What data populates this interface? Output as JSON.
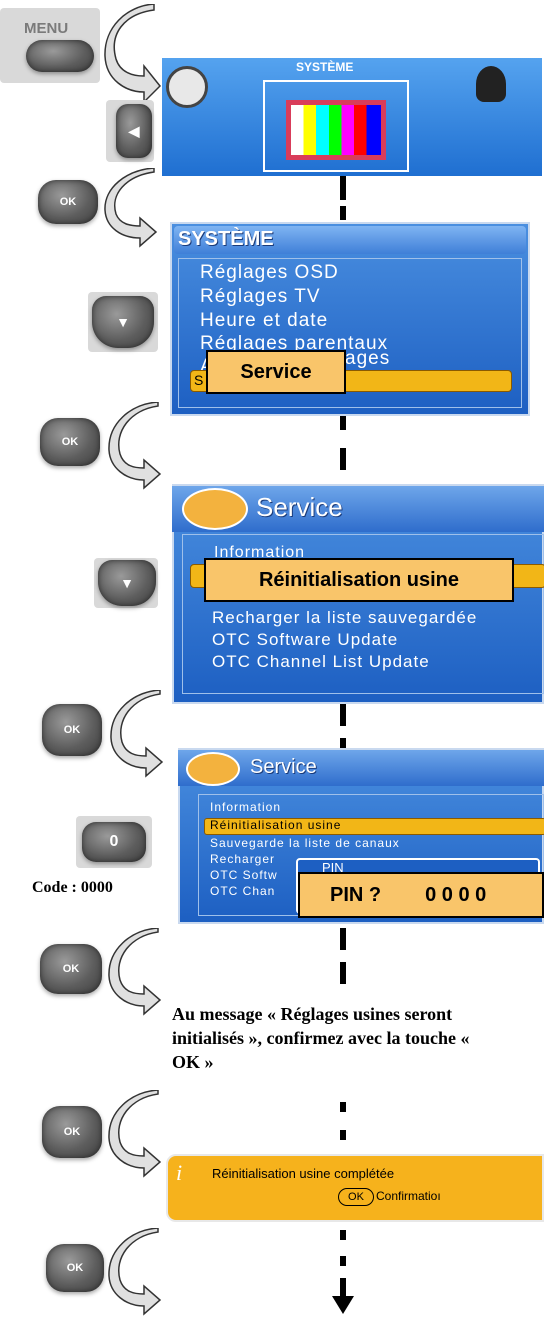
{
  "remote": {
    "menu_label": "MENU",
    "ok_label": "OK",
    "zero_label": "0",
    "code_label": "Code : 0000"
  },
  "screen_system": {
    "title": "SYSTÈME"
  },
  "screen_menu": {
    "title": "SYSTÈME",
    "items": [
      "Réglages OSD",
      "Réglages TV",
      "Heure et date",
      "Réglages parentaux",
      "A",
      "ages",
      "S"
    ],
    "callout": "Service"
  },
  "screen_service": {
    "title": "Service",
    "items": [
      "Information",
      "Recharger la liste sauvegardée",
      "OTC Software Update",
      "OTC Channel List Update"
    ],
    "callout": "Réinitialisation usine"
  },
  "screen_pin": {
    "title": "Service",
    "items": [
      "Information",
      "Réinitialisation usine",
      "Sauvegarde la liste de canaux",
      "Recharger",
      "OTC Softw",
      "OTC Chan"
    ],
    "pin_box": "PIN",
    "callout_label": "PIN ?",
    "callout_code": "0 0 0 0"
  },
  "instruction": "Au message « Réglages usines seront initialisés », confirmez avec la touche « OK »",
  "screen_done": {
    "message": "Réinitialisation usine complétée",
    "ok_label": "OK",
    "confirm": "Confirmatioı"
  },
  "colors": {
    "osd_blue": "#1d5fc2",
    "highlight": "#f4b400",
    "callout": "#f9c56a"
  }
}
